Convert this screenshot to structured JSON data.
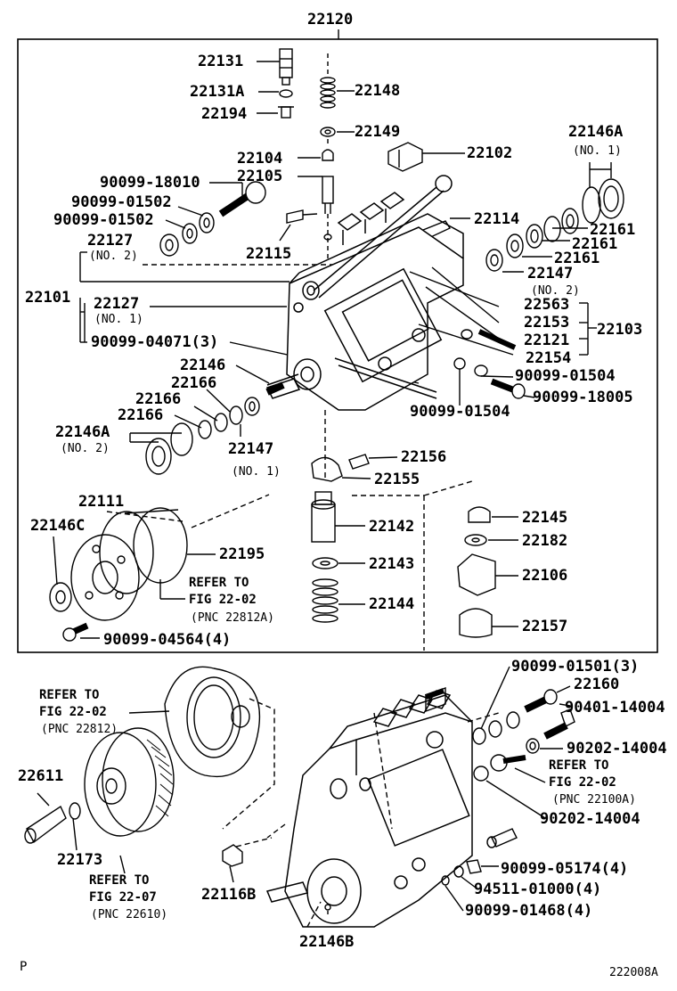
{
  "title": "22120",
  "footer_left": "P",
  "footer_right": "222008A",
  "labels": {
    "l22131": "22131",
    "l22131A": "22131A",
    "l22194": "22194",
    "l22148": "22148",
    "l22149": "22149",
    "l22104": "22104",
    "l22105": "22105",
    "l22102": "22102",
    "l22146A_top": "22146A",
    "l22146A_top_sub": "(NO. 1)",
    "l90099_18010": "90099-18010",
    "l90099_01502a": "90099-01502",
    "l90099_01502b": "90099-01502",
    "l22114": "22114",
    "l22161a": "22161",
    "l22161b": "22161",
    "l22161c": "22161",
    "l22127a": "22127",
    "l22127a_sub": "(NO. 2)",
    "l22115": "22115",
    "l22147_no2": "22147",
    "l22147_no2_sub": "(NO. 2)",
    "l22101": "22101",
    "l22127b": "22127",
    "l22127b_sub": "(NO. 1)",
    "l22563": "22563",
    "l22153": "22153",
    "l22103": "22103",
    "l22121": "22121",
    "l90099_04071": "90099-04071(3)",
    "l22154": "22154",
    "l22146": "22146",
    "l90099_01504a": "90099-01504",
    "l22166a": "22166",
    "l22166b": "22166",
    "l22166c": "22166",
    "l90099_18005": "90099-18005",
    "l90099_01504b": "90099-01504",
    "l22146A_no2": "22146A",
    "l22146A_no2_sub": "(NO. 2)",
    "l22147_no1": "22147",
    "l22147_no1_sub": "(NO. 1)",
    "l22156": "22156",
    "l22155": "22155",
    "l22111": "22111",
    "l22146C": "22146C",
    "l22145": "22145",
    "l22142": "22142",
    "l22182": "22182",
    "l22195": "22195",
    "l22143": "22143",
    "l22106": "22106",
    "refer1_a": "REFER TO",
    "refer1_b": "FIG 22-02",
    "refer1_c": "(PNC 22812A)",
    "l22144": "22144",
    "l22157": "22157",
    "l90099_04564": "90099-04564(4)",
    "l90099_01501": "90099-01501(3)",
    "l22160": "22160",
    "refer2_a": "REFER TO",
    "refer2_b": "FIG 22-02",
    "refer2_c": "(PNC 22812)",
    "l90401_14004": "90401-14004",
    "l90202_14004a": "90202-14004",
    "refer3_a": "REFER TO",
    "refer3_b": "FIG 22-02",
    "refer3_c": "(PNC 22100A)",
    "l22611": "22611",
    "l90202_14004b": "90202-14004",
    "l22173": "22173",
    "refer4_a": "REFER TO",
    "refer4_b": "FIG 22-07",
    "refer4_c": "(PNC 22610)",
    "l90099_05174": "90099-05174(4)",
    "l22116B": "22116B",
    "l94511_01000": "94511-01000(4)",
    "l90099_01468": "90099-01468(4)",
    "l22146B": "22146B"
  }
}
